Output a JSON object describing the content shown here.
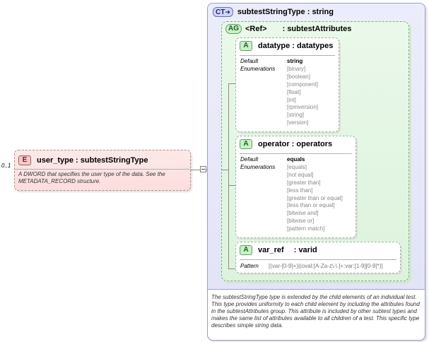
{
  "element": {
    "badge": "E",
    "name": "user_type",
    "type": "subtestStringType",
    "occurrence": "0..1",
    "description": "A DWORD that specifies the user type of the data.  See the METADATA_RECORD structure."
  },
  "complex_type": {
    "badge": "CT",
    "name": "subtestStringType",
    "base": "string",
    "description": "The subtestStringType type is extended by the child elements of an individual test.  This type provides uniformity to each child element by including the attributes found in the subtestAttributes group.  This attribute is included by other subtest types and makes the same list of attributes available to all children of a test.  This specific type describes simple string data."
  },
  "attribute_group": {
    "badge": "AG",
    "name": "<Ref>",
    "type": "subtestAttributes"
  },
  "attributes": [
    {
      "badge": "A",
      "name": "datatype",
      "type": "datatypes",
      "label_default": "Default",
      "label_enum": "Enumerations",
      "values": [
        "string",
        "[binary]",
        "[boolean]",
        "[component]",
        "[float]",
        "[int]",
        "[rpmversion]",
        "[string]",
        "[version]"
      ]
    },
    {
      "badge": "A",
      "name": "operator",
      "type": "operators",
      "label_default": "Default",
      "label_enum": "Enumerations",
      "values": [
        "equals",
        "[equals]",
        "[not equal]",
        "[greater than]",
        "[less than]",
        "[greater than or equal]",
        "[less than or equal]",
        "[bitwise and]",
        "[bitwise or]",
        "[pattern match]"
      ]
    },
    {
      "badge": "A",
      "name": "var_ref",
      "type": "varid",
      "label_pattern": "Pattern",
      "pattern": "[(var-[0-9]+)|(oval:[A-Za-z\\-\\.]+:var:[1-9][0-9]*)]"
    }
  ]
}
